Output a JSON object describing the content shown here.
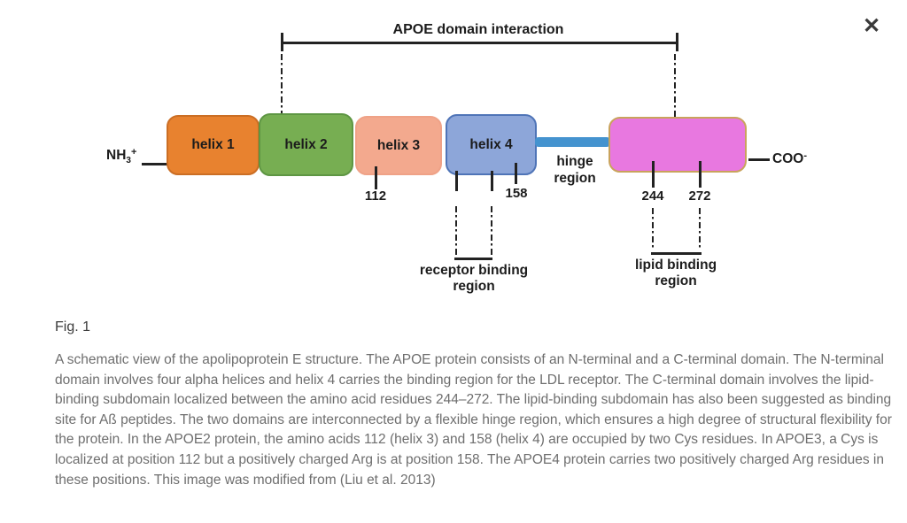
{
  "window": {
    "close_label": "✕"
  },
  "figure": {
    "bracket_label": "APOE domain interaction",
    "n_terminus": {
      "base": "NH",
      "sub": "3",
      "sup": "+"
    },
    "c_terminus": {
      "base": "COO",
      "sup": "-"
    },
    "helices": [
      {
        "label": "helix 1",
        "fill": "#e8822f",
        "border": "#cb6e24"
      },
      {
        "label": "helix 2",
        "fill": "#77ae52",
        "border": "#5e9643"
      },
      {
        "label": "helix 3",
        "fill": "#f3a98e",
        "border": "#efa287"
      },
      {
        "label": "helix 4",
        "fill": "#8da6d9",
        "border": "#4f74b7"
      }
    ],
    "hinge": {
      "label": "hinge\nregion",
      "bar_color": "#4493cf"
    },
    "c_terminal_box": {
      "fill": "#e878e0",
      "border": "#c9a35c"
    },
    "residues": {
      "r112": "112",
      "r158": "158",
      "r244": "244",
      "r272": "272"
    },
    "regions": {
      "receptor": "receptor binding\nregion",
      "lipid": "lipid binding\nregion"
    }
  },
  "caption": {
    "title": "Fig. 1",
    "text": "A schematic view of the apolipoprotein E structure. The APOE protein consists of an N-terminal and a C-terminal domain. The N-terminal domain involves four alpha helices and helix 4 carries the binding region for the LDL receptor. The C-terminal domain involves the lipid-binding subdomain localized between the amino acid residues 244–272. The lipid-binding subdomain has also been suggested as binding site for Aß peptides. The two domains are interconnected by a flexible hinge region, which ensures a high degree of structural flexibility for the protein. In the APOE2 protein, the amino acids 112 (helix 3) and 158 (helix 4) are occupied by two Cys residues. In APOE3, a Cys is localized at position 112 but a positively charged Arg is at position 158. The APOE4 protein carries two positively charged Arg residues in these positions. This image was modified from (Liu et al. 2013)"
  }
}
